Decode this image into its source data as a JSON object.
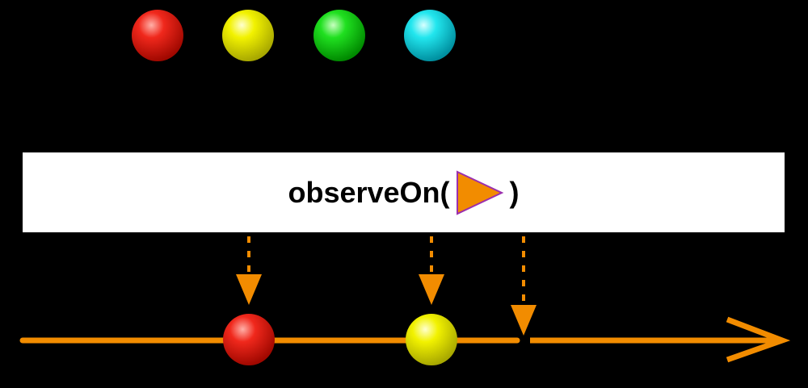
{
  "operator": {
    "name": "observeOn(",
    "close": ")",
    "scheduler_icon": "orange-triangle-icon"
  },
  "colors": {
    "background": "#000000",
    "timeline": "#f28c00",
    "scheduler_fill": "#f28c00",
    "scheduler_stroke": "#9b2fae",
    "box": "#ffffff"
  },
  "input_items": [
    {
      "name": "red-marble",
      "color": "#e8140c"
    },
    {
      "name": "yellow-marble",
      "color": "#e6e600"
    },
    {
      "name": "green-marble",
      "color": "#18d018"
    },
    {
      "name": "cyan-marble",
      "color": "#20e0e8"
    }
  ],
  "output_items": [
    {
      "name": "red-marble",
      "color": "#e8140c"
    },
    {
      "name": "yellow-marble",
      "color": "#e6e600"
    }
  ],
  "error_marker": "error-arrow-icon"
}
